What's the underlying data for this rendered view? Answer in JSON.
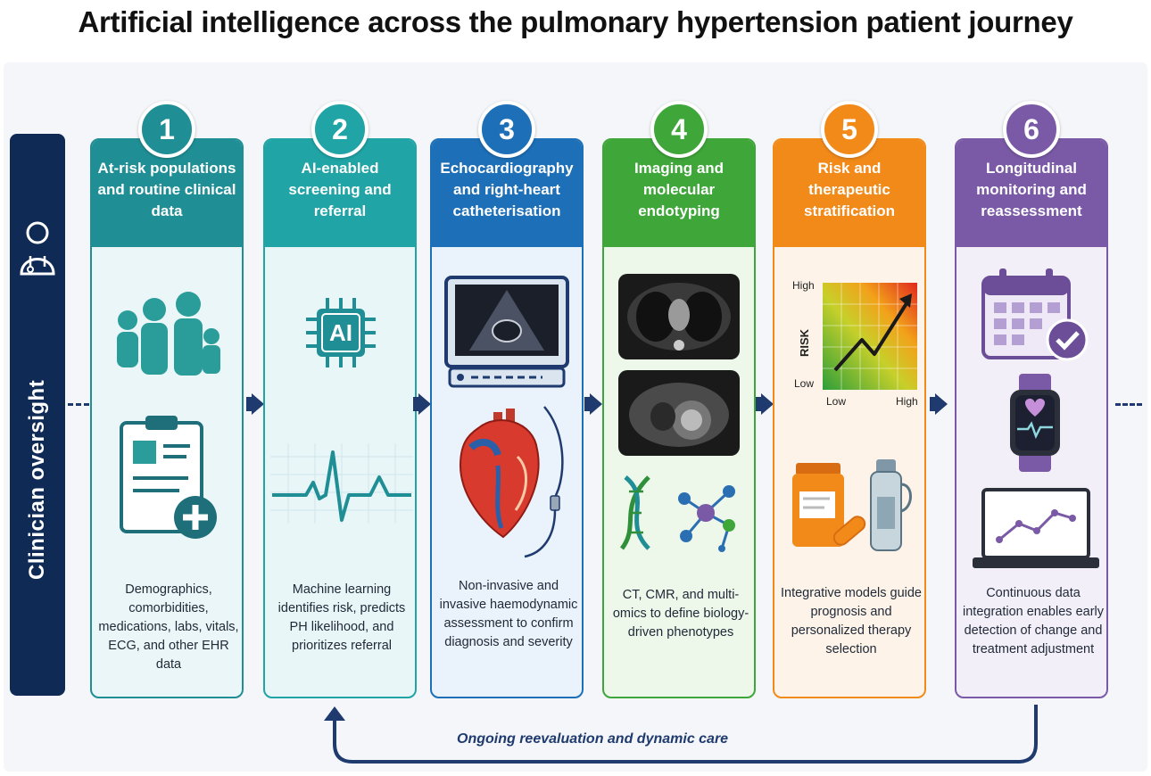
{
  "title": "Artificial intelligence across the pulmonary hypertension patient journey",
  "sidebar": {
    "label": "Clinician oversight"
  },
  "steps": [
    {
      "number": "1",
      "title": "At-risk populations and routine clinical data",
      "description": "Demographics, comorbidities, medications, labs, vitals, ECG, and other EHR data",
      "color": "#1f8f95"
    },
    {
      "number": "2",
      "title": "AI-enabled screening and referral",
      "description": "Machine learning identifies risk, predicts PH likelihood, and prioritizes referral",
      "color": "#20a4a6",
      "chip_label": "AI"
    },
    {
      "number": "3",
      "title": "Echocardiography and right-heart catheterisation",
      "description": "Non-invasive and invasive haemodynamic assessment to confirm diagnosis and severity",
      "color": "#1d6fb8"
    },
    {
      "number": "4",
      "title": "Imaging and molecular endotyping",
      "description": "CT, CMR, and multi-omics to define biology-driven phenotypes",
      "color": "#3fa63a"
    },
    {
      "number": "5",
      "title": "Risk and therapeutic stratification",
      "description": "Integrative models guide prognosis and personalized therapy selection",
      "color": "#f28a1a",
      "risk_chart": {
        "y_axis_title": "RISK",
        "y_high": "High",
        "y_low": "Low",
        "x_low": "Low",
        "x_high": "High"
      }
    },
    {
      "number": "6",
      "title": "Longitudinal monitoring and reassessment",
      "description": "Continuous data integration enables early detection of change and treatment adjustment",
      "color": "#7a5aa6"
    }
  ],
  "feedback_loop": {
    "label": "Ongoing reevaluation and dynamic care"
  },
  "colors": {
    "navy": "#0f2a55",
    "arrow": "#1e3a6e"
  }
}
